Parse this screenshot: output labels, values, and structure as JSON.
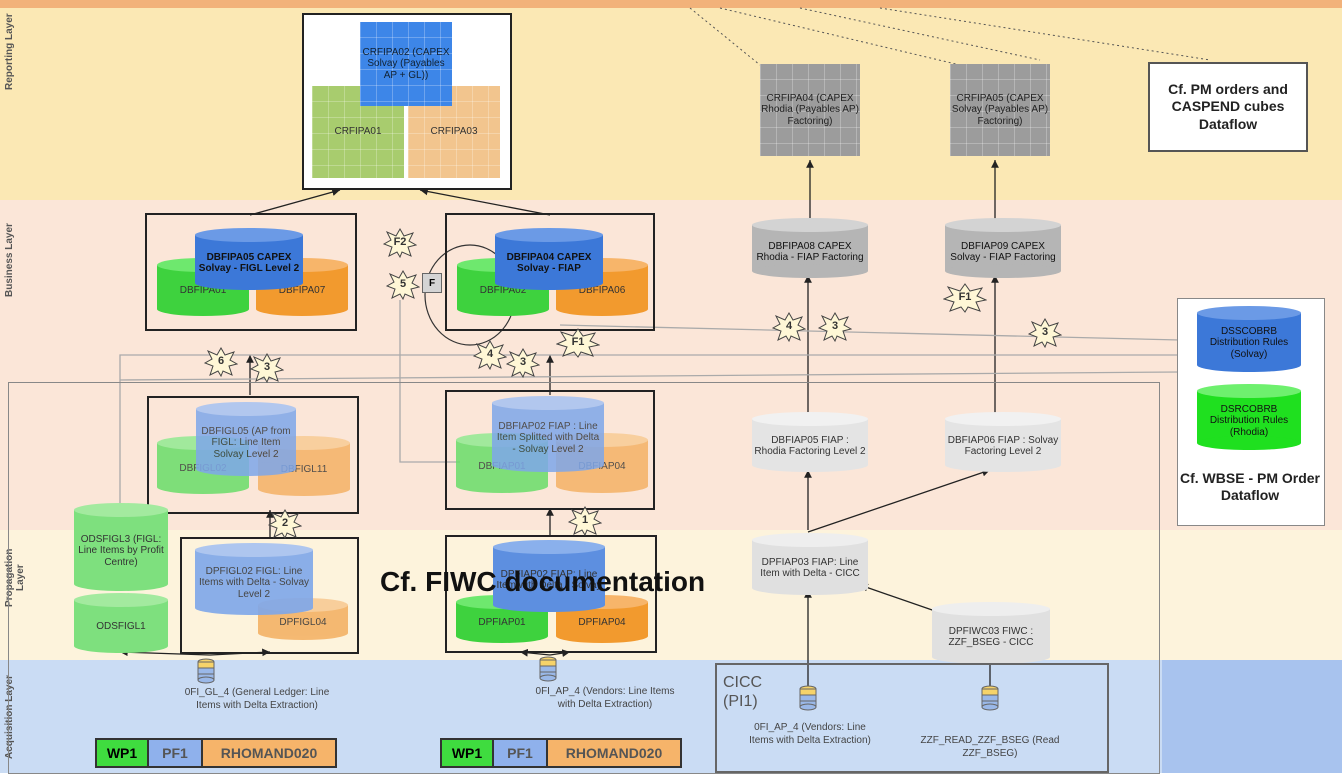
{
  "layers": {
    "reporting": "Reporting Layer",
    "business": "Business Layer",
    "propagation": "Propagation Layer",
    "acquisition": "Acquisition Layer"
  },
  "cubes": {
    "crfipa02": "CRFIPA02 (CAPEX Solvay (Payables AP + GL))",
    "crfipa01": "CRFIPA01",
    "crfipa03": "CRFIPA03",
    "crfipa04": "CRFIPA04 (CAPEX Rhodia (Payables AP) Factoring)",
    "crfipa05": "CRFIPA05 (CAPEX Solvay (Payables AP) Factoring)"
  },
  "notes": {
    "pm_orders": "Cf. PM orders and CASPEND cubes Dataflow",
    "wbse": "Cf. WBSE - PM Order Dataflow",
    "fiwc": "Cf. FIWC documentation",
    "cicc": "CICC (PI1)"
  },
  "business": {
    "dbfipa05": "DBFIPA05 CAPEX Solvay - FIGL Level 2",
    "dbfipa01": "DBFIPA01",
    "dbfipa07": "DBFIPA07",
    "dbfipa04": "DBFIPA04 CAPEX Solvay - FIAP",
    "dbfipa02": "DBFIPA02",
    "dbfipa06": "DBFIPA06",
    "dbfipa08": "DBFIPA08 CAPEX Rhodia - FIAP Factoring",
    "dbfipa09": "DBFIAP09 CAPEX Solvay - FIAP Factoring",
    "dsscobrb": "DSSCOBRB Distribution Rules (Solvay)",
    "dsrcobrb": "DSRCOBRB Distribution Rules (Rhodia)",
    "f_label": "F"
  },
  "edw": {
    "dbfigl05": "DBFIGL05 (AP from FIGL: Line Item Solvay Level 2",
    "dbfigl02": "DBFIGL02",
    "dbfigl11": "DBFIGL11",
    "dbfiap02": "DBFIAP02 FIAP : Line Item Splitted with Delta - Solvay Level 2",
    "dbfiap01": "DBFIAP01",
    "dbfiap04": "DBFIAP04",
    "dbfiap05": "DBFIAP05 FIAP : Rhodia Factoring Level 2",
    "dbfiap06": "DBFIAP06 FIAP : Solvay Factoring Level 2",
    "odsfigl3": "ODSFIGL3 (FIGL: Line Items by Profit Centre)"
  },
  "propagation": {
    "dpfigl02": "DPFIGL02 FIGL: Line Items with Delta - Solvay Level 2",
    "dpfigl04": "DPFIGL04",
    "odsfigl1": "ODSFIGL1",
    "dpfiap02": "DPFIAP02 FIAP: Line Item with Delta - Solvay",
    "dpfiap01": "DPFIAP01",
    "dpfiap04": "DPFIAP04",
    "dpfiap03": "DPFIAP03 FIAP: Line Item with Delta - CICC",
    "dpfiwc03": "DPFIWC03 FIWC : ZZF_BSEG - CICC"
  },
  "sources": {
    "gl4": "0FI_GL_4 (General Ledger: Line Items with Delta Extraction)",
    "ap4": "0FI_AP_4 (Vendors: Line Items with Delta Extraction)",
    "ap4_cicc": "0FI_AP_4 (Vendors: Line Items with Delta Extraction)",
    "zzf": "ZZF_READ_ZZF_BSEG (Read ZZF_BSEG)"
  },
  "tags": {
    "wp1": "WP1",
    "pf1": "PF1",
    "rho": "RHOMAND020"
  },
  "steps": {
    "f2": "F2",
    "f1a": "F1",
    "f1b": "F1",
    "s5": "5",
    "s6": "6",
    "s3a": "3",
    "s4a": "4",
    "s3b": "3",
    "s4b": "4",
    "s3c": "3",
    "s3d": "3",
    "s2": "2",
    "s1": "1"
  },
  "colors": {
    "reporting": "#fbe7b0",
    "business": "#fbe6d6",
    "propagation": "#fdf2d6",
    "acquisition": "#c9dbf5",
    "green": "#3ed23e",
    "orange": "#f7a640",
    "blue": "#4a7fe0",
    "gray": "#bdbdbd"
  }
}
